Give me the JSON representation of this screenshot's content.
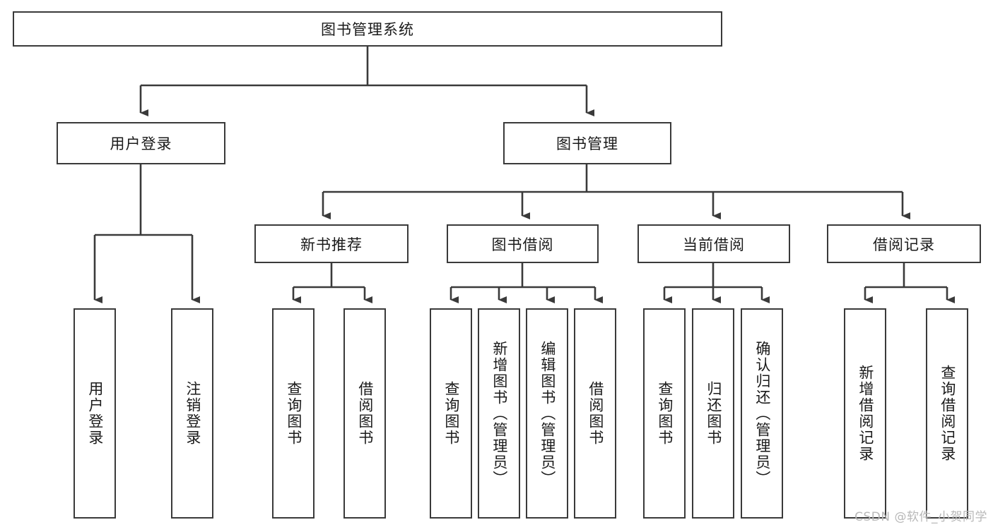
{
  "diagram": {
    "title": "图书管理系统",
    "type": "tree",
    "root": {
      "label": "图书管理系统"
    },
    "level2": [
      {
        "label": "用户登录"
      },
      {
        "label": "图书管理"
      }
    ],
    "level3": [
      {
        "label": "新书推荐"
      },
      {
        "label": "图书借阅"
      },
      {
        "label": "当前借阅"
      },
      {
        "label": "借阅记录"
      }
    ],
    "leaves": {
      "user_login": [
        {
          "label": "用户登录"
        },
        {
          "label": "注销登录"
        }
      ],
      "new_book_recommend": [
        {
          "label": "查询图书"
        },
        {
          "label": "借阅图书"
        }
      ],
      "book_borrow": [
        {
          "label": "查询图书"
        },
        {
          "label": "新增图书（管理员）"
        },
        {
          "label": "编辑图书（管理员）"
        },
        {
          "label": "借阅图书"
        }
      ],
      "current_borrow": [
        {
          "label": "查询图书"
        },
        {
          "label": "归还图书"
        },
        {
          "label": "确认归还（管理员）"
        }
      ],
      "borrow_record": [
        {
          "label": "新增借阅记录"
        },
        {
          "label": "查询借阅记录"
        }
      ]
    }
  },
  "watermark": {
    "text": "CSDN @软件_小贺同学"
  },
  "colors": {
    "stroke": "#3a3a3a",
    "background": "#ffffff",
    "text": "#1a1a1a",
    "watermark": "#b8b8b8"
  }
}
